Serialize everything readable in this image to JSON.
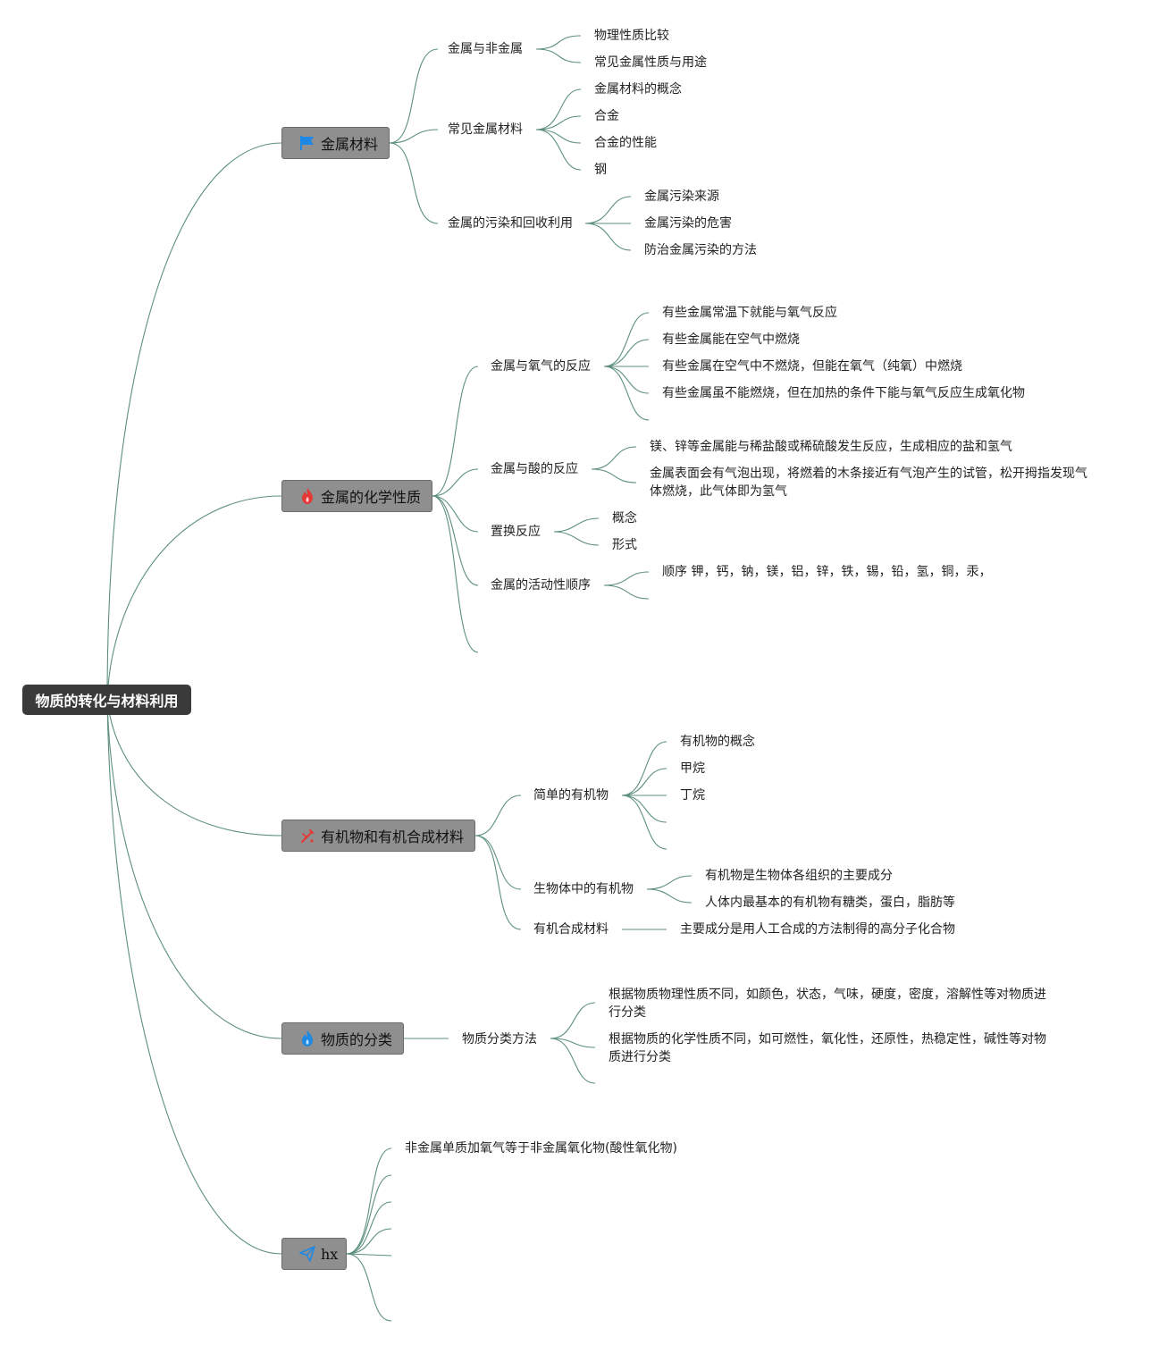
{
  "root": {
    "title": "物质的转化与材料利用"
  },
  "colors": {
    "connector": "#5c8f7f",
    "root_fill": "#3a3a3a",
    "branch_fill": "#8f8f8f",
    "flag_icon": "#1e88e5",
    "fire_icon": "#e53935",
    "flame_icon": "#1e88e5",
    "pen_icon": "#e53935",
    "plane_icon": "#1e88e5"
  },
  "branches": [
    {
      "label": "金属材料",
      "icon": "flag-icon",
      "topics": [
        {
          "label": "金属与非金属",
          "leaves": [
            "物理性质比较",
            "常见金属性质与用途"
          ]
        },
        {
          "label": "常见金属材料",
          "leaves": [
            "金属材料的概念",
            "合金",
            "合金的性能",
            "钢"
          ]
        },
        {
          "label": "金属的污染和回收利用",
          "leaves": [
            "金属污染来源",
            "金属污染的危害",
            "防治金属污染的方法"
          ]
        }
      ]
    },
    {
      "label": "金属的化学性质",
      "icon": "fire-icon",
      "topics": [
        {
          "label": "金属与氧气的反应",
          "leaves": [
            "有些金属常温下就能与氧气反应",
            "有些金属能在空气中燃烧",
            "有些金属在空气中不燃烧，但能在氧气（纯氧）中燃烧",
            "有些金属虽不能燃烧，但在加热的条件下能与氧气反应生成氧化物"
          ]
        },
        {
          "label": "金属与酸的反应",
          "leaves": [
            "镁、锌等金属能与稀盐酸或稀硫酸发生反应，生成相应的盐和氢气",
            "金属表面会有气泡出现，将燃着的木条接近有气泡产生的试管，松开拇指发现气体燃烧，此气体即为氢气"
          ]
        },
        {
          "label": "置换反应",
          "leaves": [
            "概念",
            "形式"
          ]
        },
        {
          "label": "金属的活动性顺序",
          "leaves": [
            "顺序 钾，钙，钠，镁，铝，锌，铁，锡，铅，氢，铜，汞，"
          ]
        }
      ]
    },
    {
      "label": "有机物和有机合成材料",
      "icon": "pen-icon",
      "topics": [
        {
          "label": "简单的有机物",
          "leaves": [
            "有机物的概念",
            "甲烷",
            "丁烷"
          ]
        },
        {
          "label": "生物体中的有机物",
          "leaves": [
            "有机物是生物体各组织的主要成分",
            "人体内最基本的有机物有糖类，蛋白，脂肪等"
          ]
        },
        {
          "label": "有机合成材料",
          "leaves": [
            "主要成分是用人工合成的方法制得的高分子化合物"
          ]
        }
      ]
    },
    {
      "label": "物质的分类",
      "icon": "flame-icon",
      "topics": [
        {
          "label": "物质分类方法",
          "leaves": [
            "根据物质物理性质不同，如颜色，状态，气味，硬度，密度，溶解性等对物质进行分类",
            "根据物质的化学性质不同，如可燃性，氧化性，还原性，热稳定性，碱性等对物质进行分类"
          ]
        }
      ]
    },
    {
      "label": "hx",
      "icon": "paper-plane-icon",
      "leaves": [
        "非金属单质加氧气等于非金属氧化物(酸性氧化物)"
      ]
    }
  ]
}
